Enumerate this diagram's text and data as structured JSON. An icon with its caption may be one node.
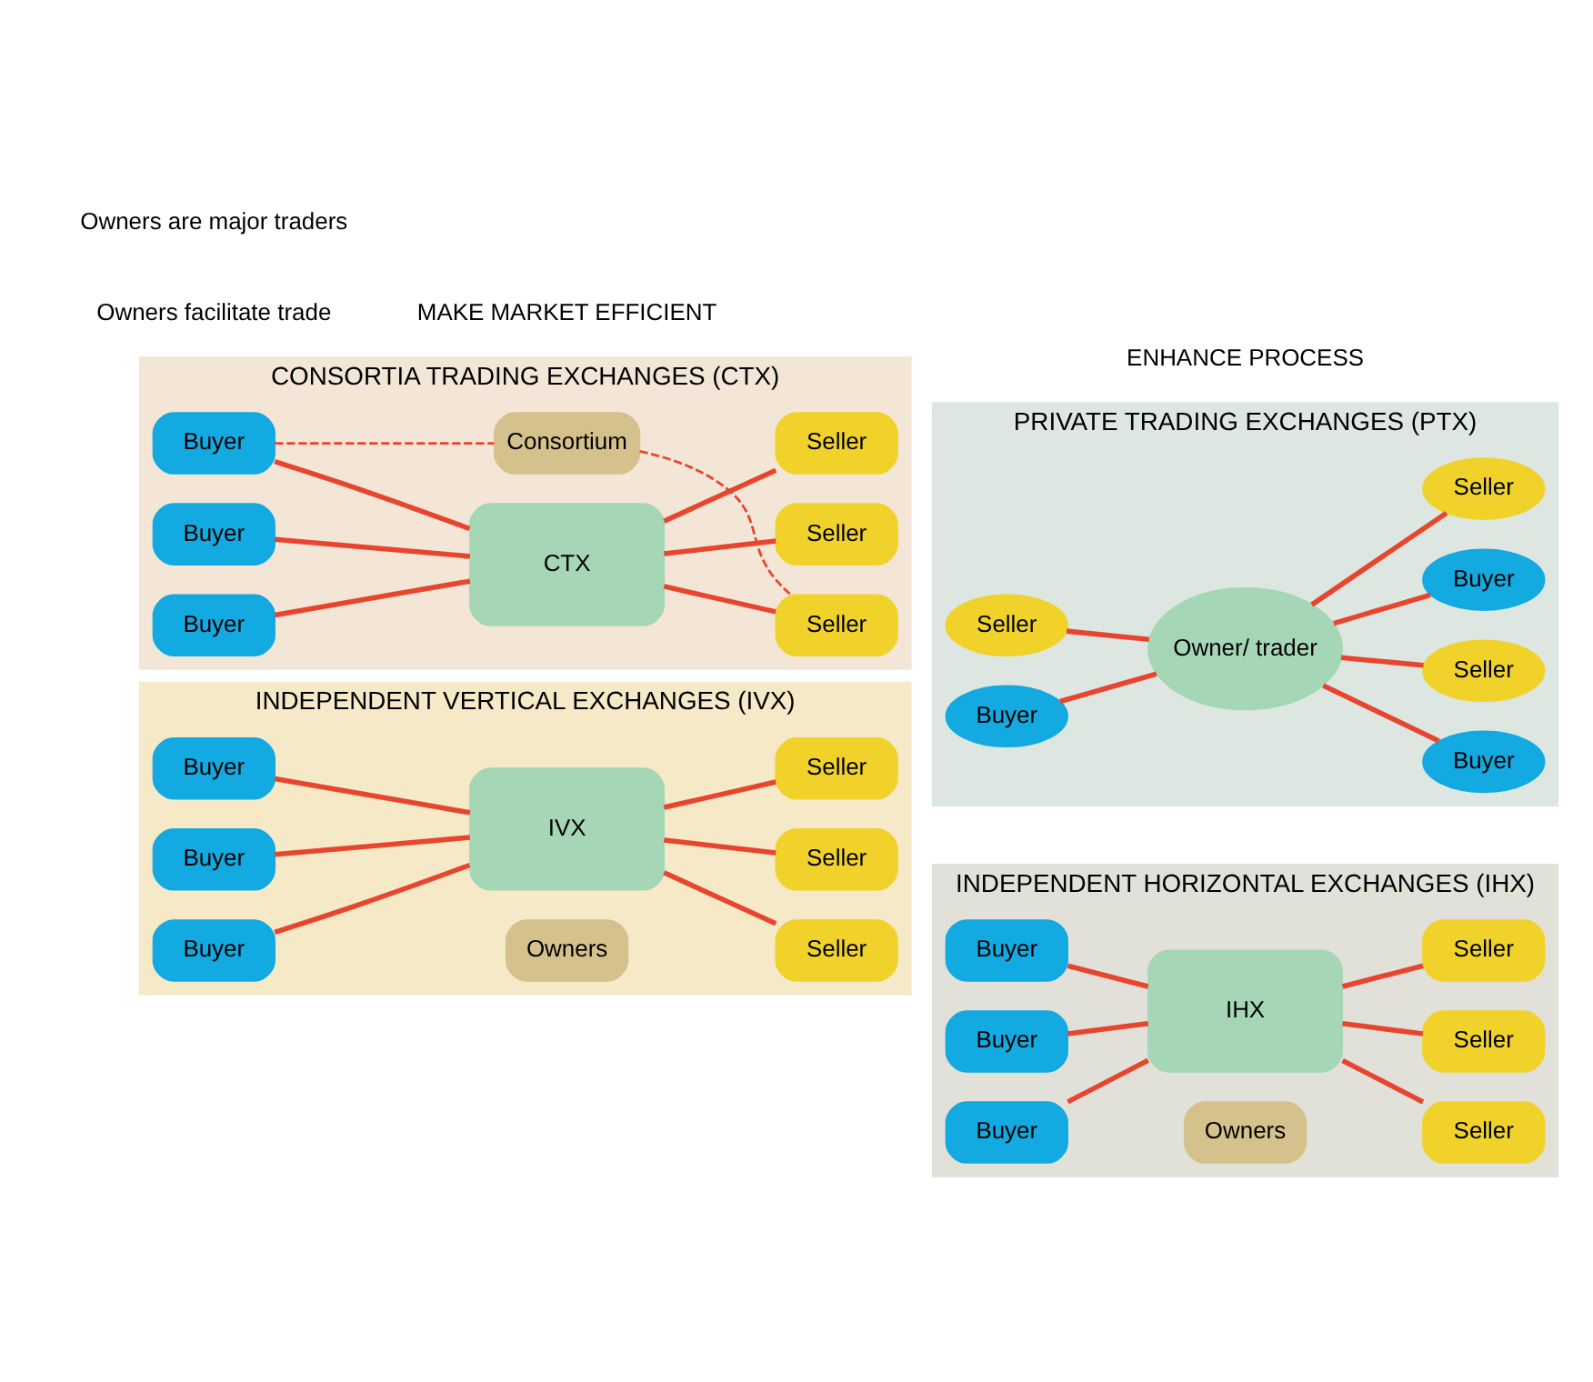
{
  "diagram": {
    "nodes": [
      {
        "text": [
          "INDEPENDENT VERTICAL EXCHANGES (IVX)"
        ]
      },
      {
        "text": [
          "Owners"
        ],
        "in": 0
      },
      {
        "text": [
          "Buyer"
        ],
        "in": 0
      },
      {
        "text": [
          "Buyer"
        ],
        "in": 0
      },
      {
        "text": [
          "Buyer"
        ],
        "in": 0
      },
      {
        "text": [
          "IVX"
        ],
        "in": 0
      },
      {
        "text": [
          "Seller"
        ],
        "in": 0
      },
      {
        "text": [
          "Seller"
        ],
        "in": 0
      },
      {
        "text": [
          "Seller"
        ],
        "in": 0
      },
      {
        "text": [
          "INDEPENDENT HORIZONTAL EXCHANGES (IHX)"
        ]
      },
      {
        "text": [
          "Owners"
        ],
        "in": 9
      },
      {
        "text": [
          "Buyer"
        ],
        "in": 9
      },
      {
        "text": [
          "Buyer"
        ],
        "in": 9
      },
      {
        "text": [
          "Buyer"
        ],
        "in": 9
      },
      {
        "text": [
          "IHX"
        ],
        "in": 9
      },
      {
        "text": [
          "Seller"
        ],
        "in": 9
      },
      {
        "text": [
          "Seller"
        ],
        "in": 9
      },
      {
        "text": [
          "Seller"
        ],
        "in": 9
      },
      {
        "text": [
          "CONSORTIA TRADING EXCHANGES (CTX)"
        ]
      },
      {
        "text": [
          "Consortium"
        ],
        "in": 18
      },
      {
        "text": [
          "Buyer"
        ],
        "in": 18
      },
      {
        "text": [
          "Buyer"
        ],
        "in": 18
      },
      {
        "text": [
          "Buyer"
        ],
        "in": 18
      },
      {
        "text": [
          "CTX"
        ],
        "in": 18
      },
      {
        "text": [
          "Seller"
        ],
        "in": 18
      },
      {
        "text": [
          "Seller"
        ],
        "in": 18
      },
      {
        "text": [
          "Seller"
        ],
        "in": 18
      },
      {
        "text": [
          "PRIVATE TRADING EXCHANGES (PTX)"
        ]
      },
      {
        "text": [
          "Buyer"
        ],
        "in": 27
      },
      {
        "text": [
          "Seller"
        ],
        "in": 27
      },
      {
        "text": [
          "Seller"
        ],
        "in": 27
      },
      {
        "text": [
          "Owner/ trader"
        ],
        "in": 27
      },
      {
        "text": [
          "Buyer"
        ],
        "in": 27
      },
      {
        "text": [
          "Buyer"
        ],
        "in": 27
      },
      {
        "text": [
          "Seller"
        ],
        "in": 27
      }
    ],
    "edges": [
      {
        "from": 2,
        "to": 5,
        "arrow": "none"
      },
      {
        "from": 3,
        "to": 5,
        "arrow": "none"
      },
      {
        "from": 4,
        "to": 5,
        "arrow": "none"
      },
      {
        "from": 5,
        "to": 6,
        "arrow": "none"
      },
      {
        "from": 5,
        "to": 7,
        "arrow": "none"
      },
      {
        "from": 5,
        "to": 8,
        "arrow": "none"
      },
      {
        "from": 11,
        "to": 14,
        "arrow": "none"
      },
      {
        "from": 12,
        "to": 14,
        "arrow": "none"
      },
      {
        "from": 13,
        "to": 14,
        "arrow": "none"
      },
      {
        "from": 14,
        "to": 15,
        "arrow": "none"
      },
      {
        "from": 14,
        "to": 16,
        "arrow": "none"
      },
      {
        "from": 14,
        "to": 17,
        "arrow": "none"
      },
      {
        "from": 20,
        "to": 19,
        "arrow": "none",
        "style": "dashed"
      },
      {
        "from": 19,
        "to": 24,
        "arrow": "none",
        "style": "dashed"
      },
      {
        "from": 20,
        "to": 23,
        "arrow": "none"
      },
      {
        "from": 21,
        "to": 23,
        "arrow": "none"
      },
      {
        "from": 22,
        "to": 23,
        "arrow": "none"
      },
      {
        "from": 23,
        "to": 24,
        "arrow": "none"
      },
      {
        "from": 23,
        "to": 25,
        "arrow": "none"
      },
      {
        "from": 23,
        "to": 26,
        "arrow": "none"
      },
      {
        "from": 31,
        "to": 28,
        "arrow": "none"
      },
      {
        "from": 29,
        "to": 31,
        "arrow": "none"
      },
      {
        "from": 31,
        "to": 30,
        "arrow": "none"
      },
      {
        "from": 32,
        "to": 31,
        "arrow": "none"
      },
      {
        "from": 31,
        "to": 33,
        "arrow": "none"
      },
      {
        "from": 31,
        "to": 34,
        "arrow": "none"
      }
    ],
    "labels": [
      "Owners facilitate trade",
      "Owners are major traders",
      "MAKE MARKET EFFICIENT",
      "ENHANCE PROCESS"
    ]
  }
}
